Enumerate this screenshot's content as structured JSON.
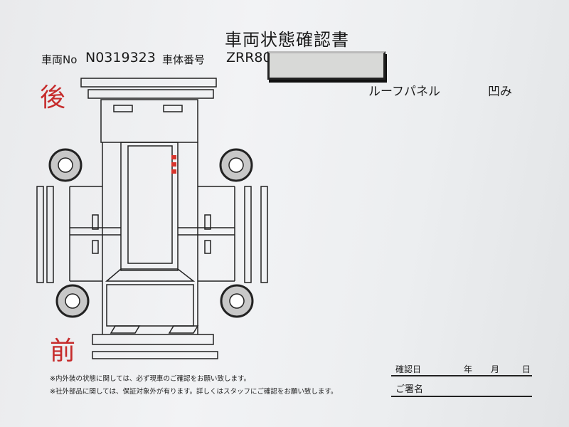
{
  "document": {
    "title": "車両状態確認書",
    "vehicle_no_label": "車両No",
    "vehicle_no": "N0319323",
    "chassis_no_label": "車体番号",
    "chassis_no": "ZRR80",
    "rear_label": "後",
    "front_label": "前",
    "damage_note": {
      "part": "ルーフパネル",
      "condition": "凹み"
    },
    "notes": [
      "※内外装の状態に関しては、必ず現車のご確認をお願い致します。",
      "※社外部品に関しては、保証対象外が有ります。詳しくはスタッフにご確認をお願い致します。"
    ],
    "confirm_date_label": "確認日",
    "year_label": "年",
    "month_label": "月",
    "day_label": "日",
    "signature_label": "ご署名"
  },
  "colors": {
    "accent_red": "#c62b2b",
    "mark_red": "#d8342c"
  }
}
